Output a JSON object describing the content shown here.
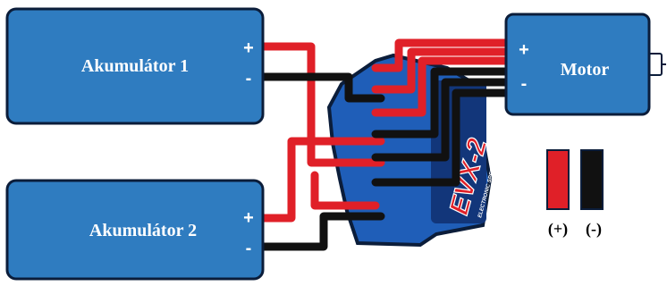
{
  "battery1": {
    "label": "Akumulátor 1",
    "plus": "+",
    "minus": "-"
  },
  "battery2": {
    "label": "Akumulátor 2",
    "plus": "+",
    "minus": "-"
  },
  "motor": {
    "label": "Motor",
    "plus": "+",
    "minus": "-"
  },
  "esc": {
    "model": "EVX-2",
    "subtitle": "ELECTRONIC SPEED CONTROL"
  },
  "legend": {
    "positive": "(+)",
    "negative": "(-)"
  },
  "colors": {
    "box_blue": "#2f7cc0",
    "esc_blue": "#1f5eb8",
    "esc_dark": "#0b1d3a",
    "wire_red": "#e02028",
    "wire_black": "#111111"
  }
}
